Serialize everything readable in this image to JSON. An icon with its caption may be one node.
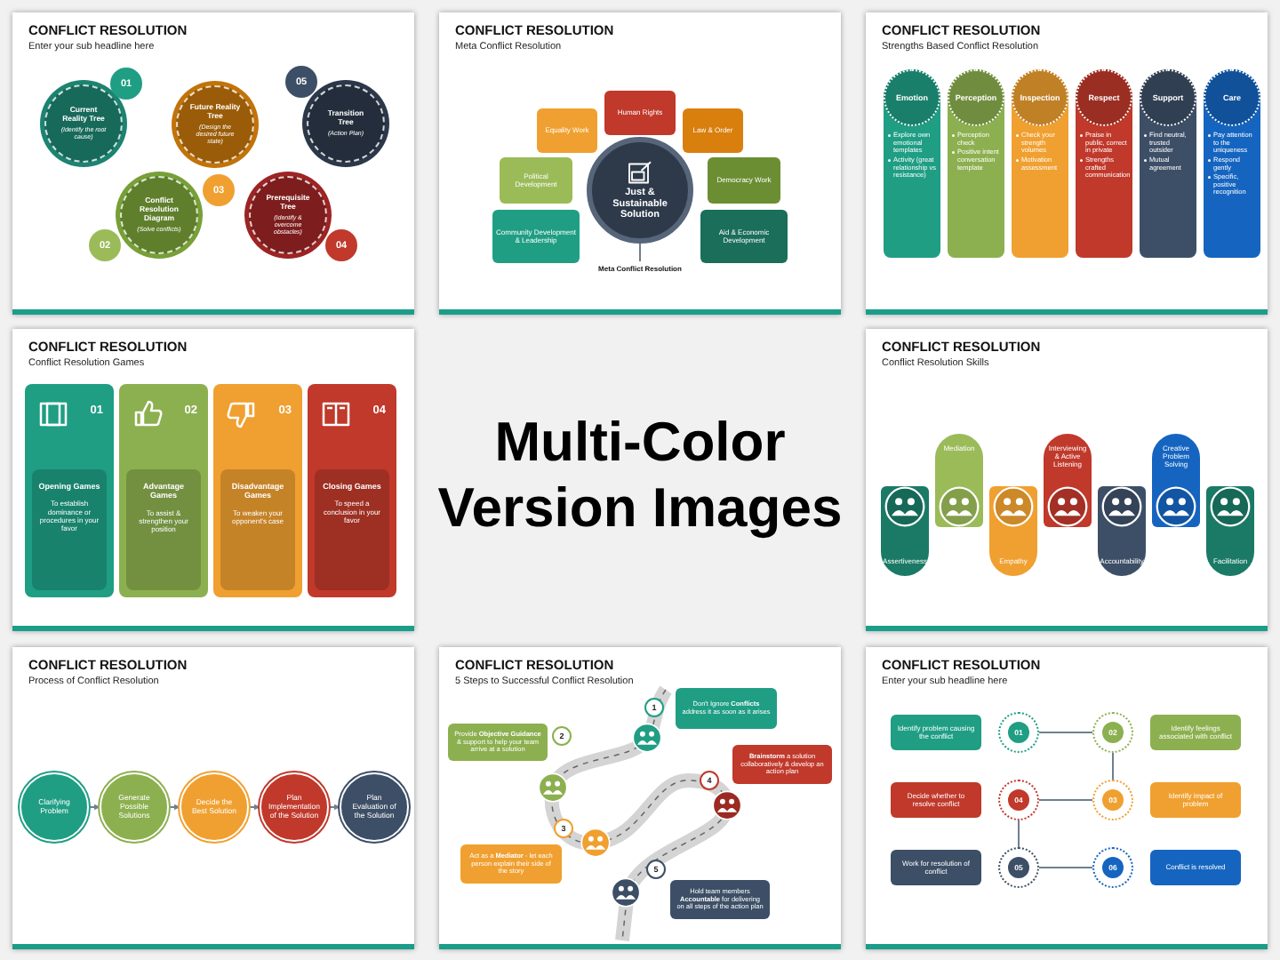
{
  "diagram": {
    "title": "Multi-Color Version Images",
    "nodes": [
      {
        "text": [
          "CONFLICT RESOLUTION",
          "Enter your sub headline here"
        ]
      },
      {
        "text": [
          "Current Reality Tree",
          "(Identify the root cause)"
        ],
        "in": 0
      },
      {
        "text": [
          "01"
        ],
        "in": 0
      },
      {
        "text": [
          "Conflict Resolution Diagram",
          "(Solve conflicts)"
        ],
        "in": 0
      },
      {
        "text": [
          "02"
        ],
        "in": 0
      },
      {
        "text": [
          "Future Reality Tree",
          "(Design the desired future state)"
        ],
        "in": 0
      },
      {
        "text": [
          "03"
        ],
        "in": 0
      },
      {
        "text": [
          "Prerequisite Tree",
          "(Identify & overcome obstacles)"
        ],
        "in": 0
      },
      {
        "text": [
          "04"
        ],
        "in": 0
      },
      {
        "text": [
          "Transition Tree",
          "(Action Plan)"
        ],
        "in": 0
      },
      {
        "text": [
          "05"
        ],
        "in": 0
      },
      {
        "text": [
          "CONFLICT RESOLUTION",
          "Meta Conflict Resolution"
        ]
      },
      {
        "text": [
          "Human Rights"
        ],
        "in": 11
      },
      {
        "text": [
          "Equality Work"
        ],
        "in": 11
      },
      {
        "text": [
          "Law & Order"
        ],
        "in": 11
      },
      {
        "text": [
          "Political Development"
        ],
        "in": 11
      },
      {
        "text": [
          "Democracy Work"
        ],
        "in": 11
      },
      {
        "text": [
          "Community Development & Leadership"
        ],
        "in": 11
      },
      {
        "text": [
          "Aid & Economic Development"
        ],
        "in": 11
      },
      {
        "text": [
          "Just & Sustainable Solution"
        ],
        "in": 11
      },
      {
        "text": [
          "Meta Conflict Resolution"
        ],
        "in": 11
      },
      {
        "text": [
          "CONFLICT RESOLUTION",
          "Strengths Based Conflict Resolution"
        ]
      },
      {
        "text": [
          "Emotion",
          "Explore own emotional templates",
          "Activity (great relationship vs resistance)"
        ],
        "in": 21
      },
      {
        "text": [
          "Perception",
          "Perception check",
          "Positive intent conversation template"
        ],
        "in": 21
      },
      {
        "text": [
          "Inspection",
          "Check your strength volumes",
          "Motivation assessment"
        ],
        "in": 21
      },
      {
        "text": [
          "Respect",
          "Praise in public, correct in private",
          "Strengths crafted communication"
        ],
        "in": 21
      },
      {
        "text": [
          "Support",
          "Find neutral, trusted outsider",
          "Mutual agreement"
        ],
        "in": 21
      },
      {
        "text": [
          "Care",
          "Pay attention to the uniqueness",
          "Respond gently",
          "Specific, positive recognition"
        ],
        "in": 21
      },
      {
        "text": [
          "CONFLICT RESOLUTION",
          "Conflict Resolution Games"
        ]
      },
      {
        "text": [
          "01",
          "Opening Games",
          "To establish dominance or procedures in your favor"
        ],
        "in": 28
      },
      {
        "text": [
          "02",
          "Advantage Games",
          "To assist & strengthen your position"
        ],
        "in": 28
      },
      {
        "text": [
          "03",
          "Disadvantage Games",
          "To weaken your opponent's case"
        ],
        "in": 28
      },
      {
        "text": [
          "04",
          "Closing Games",
          "To speed a conclusion in your favor"
        ],
        "in": 28
      },
      {
        "text": [
          "CONFLICT RESOLUTION",
          "Conflict Resolution Skills"
        ]
      },
      {
        "text": [
          "Assertiveness"
        ],
        "in": 33
      },
      {
        "text": [
          "Mediation"
        ],
        "in": 33
      },
      {
        "text": [
          "Empathy"
        ],
        "in": 33
      },
      {
        "text": [
          "Interviewing & Active Listening"
        ],
        "in": 33
      },
      {
        "text": [
          "Accountability"
        ],
        "in": 33
      },
      {
        "text": [
          "Creative Problem Solving"
        ],
        "in": 33
      },
      {
        "text": [
          "Facilitation"
        ],
        "in": 33
      },
      {
        "text": [
          "CONFLICT RESOLUTION",
          "Process of Conflict Resolution"
        ]
      },
      {
        "text": [
          "Clarifying Problem"
        ],
        "in": 41
      },
      {
        "text": [
          "Generate Possible Solutions"
        ],
        "in": 41
      },
      {
        "text": [
          "Decide the Best Solution"
        ],
        "in": 41
      },
      {
        "text": [
          "Plan Implementation of the Solution"
        ],
        "in": 41
      },
      {
        "text": [
          "Plan Evaluation of the Solution"
        ],
        "in": 41
      },
      {
        "text": [
          "CONFLICT RESOLUTION",
          "5 Steps to Successful Conflict Resolution"
        ]
      },
      {
        "text": [
          "Don't Ignore **Conflicts** address it as soon as it arises"
        ],
        "in": 47
      },
      {
        "text": [
          "1"
        ],
        "in": 47
      },
      {
        "text": [
          "Provide **Objective Guidance** & support to help your team arrive at a solution"
        ],
        "in": 47
      },
      {
        "text": [
          "2"
        ],
        "in": 47
      },
      {
        "text": [
          "**Brainstorm** a solution collaboratively & develop an action plan"
        ],
        "in": 47
      },
      {
        "text": [
          "4"
        ],
        "in": 47
      },
      {
        "text": [
          "3"
        ],
        "in": 47
      },
      {
        "text": [
          "Act as a **Mediator** - let each person explain their side of the story"
        ],
        "in": 47
      },
      {
        "text": [
          "5"
        ],
        "in": 47
      },
      {
        "text": [
          "Hold team members **Accountable** for delivering on all steps of the action plan"
        ],
        "in": 47
      },
      {
        "text": [
          "CONFLICT RESOLUTION",
          "Enter your sub headline here"
        ]
      },
      {
        "text": [
          "Identify problem causing the conflict"
        ],
        "in": 58
      },
      {
        "text": [
          "01"
        ],
        "in": 58
      },
      {
        "text": [
          "02"
        ],
        "in": 58
      },
      {
        "text": [
          "Identify feelings associated with conflict"
        ],
        "in": 58
      },
      {
        "text": [
          "Decide whether to resolve conflict"
        ],
        "in": 58
      },
      {
        "text": [
          "04"
        ],
        "in": 58
      },
      {
        "text": [
          "03"
        ],
        "in": 58
      },
      {
        "text": [
          "Identify impact of problem"
        ],
        "in": 58
      },
      {
        "text": [
          "Work for resolution of conflict"
        ],
        "in": 58
      },
      {
        "text": [
          "05"
        ],
        "in": 58
      },
      {
        "text": [
          "06"
        ],
        "in": 58
      },
      {
        "text": [
          "Conflict is resolved"
        ],
        "in": 58
      }
    ],
    "edges": [
      {
        "from": 20,
        "to": 19,
        "arrow": "none"
      },
      {
        "from": 42,
        "to": 43,
        "arrow": "to"
      },
      {
        "from": 43,
        "to": 44,
        "arrow": "to"
      },
      {
        "from": 44,
        "to": 45,
        "arrow": "to"
      },
      {
        "from": 45,
        "to": 46,
        "arrow": "to"
      },
      {
        "from": 60,
        "to": 61,
        "arrow": "none"
      },
      {
        "from": 61,
        "to": 65,
        "arrow": "none"
      },
      {
        "from": 65,
        "to": 64,
        "arrow": "none"
      },
      {
        "from": 64,
        "to": 68,
        "arrow": "none"
      },
      {
        "from": 68,
        "to": 69,
        "arrow": "none"
      }
    ]
  }
}
